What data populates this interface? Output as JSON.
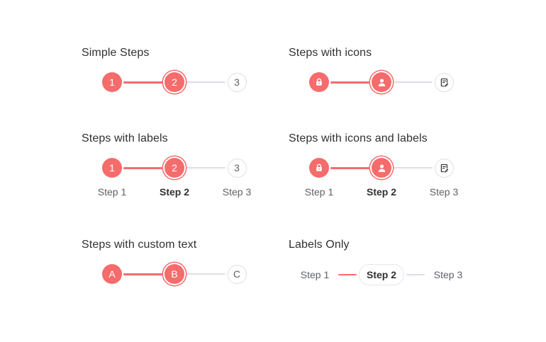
{
  "colors": {
    "primary": "#f56c6c",
    "inactive_border": "#dcdfe6",
    "connector_inactive": "#dcdfe6",
    "title_text": "#303133",
    "muted_text": "#606266",
    "active_label_text": "#303133",
    "icon_dark": "#303133",
    "background": "#ffffff"
  },
  "sections": [
    {
      "title": "Simple Steps",
      "variant": "numbers",
      "steps": [
        {
          "content": "1",
          "state": "completed"
        },
        {
          "content": "2",
          "state": "active"
        },
        {
          "content": "3",
          "state": "upcoming"
        }
      ]
    },
    {
      "title": "Steps with icons",
      "variant": "icons",
      "steps": [
        {
          "icon": "lock-icon",
          "state": "completed"
        },
        {
          "icon": "user-icon",
          "state": "active"
        },
        {
          "icon": "edit-document-icon",
          "state": "upcoming"
        }
      ]
    },
    {
      "title": "Steps with labels",
      "variant": "numbers-labels",
      "steps": [
        {
          "content": "1",
          "label": "Step 1",
          "state": "completed"
        },
        {
          "content": "2",
          "label": "Step 2",
          "state": "active"
        },
        {
          "content": "3",
          "label": "Step 3",
          "state": "upcoming"
        }
      ]
    },
    {
      "title": "Steps with icons and labels",
      "variant": "icons-labels",
      "steps": [
        {
          "icon": "lock-icon",
          "label": "Step 1",
          "state": "completed"
        },
        {
          "icon": "user-icon",
          "label": "Step 2",
          "state": "active"
        },
        {
          "icon": "edit-document-icon",
          "label": "Step 3",
          "state": "upcoming"
        }
      ]
    },
    {
      "title": "Steps with custom text",
      "variant": "custom-text",
      "steps": [
        {
          "content": "A",
          "state": "completed"
        },
        {
          "content": "B",
          "state": "active"
        },
        {
          "content": "C",
          "state": "upcoming"
        }
      ]
    },
    {
      "title": "Labels Only",
      "variant": "labels-only",
      "steps": [
        {
          "label": "Step 1",
          "state": "completed"
        },
        {
          "label": "Step 2",
          "state": "active"
        },
        {
          "label": "Step 3",
          "state": "upcoming"
        }
      ]
    }
  ]
}
